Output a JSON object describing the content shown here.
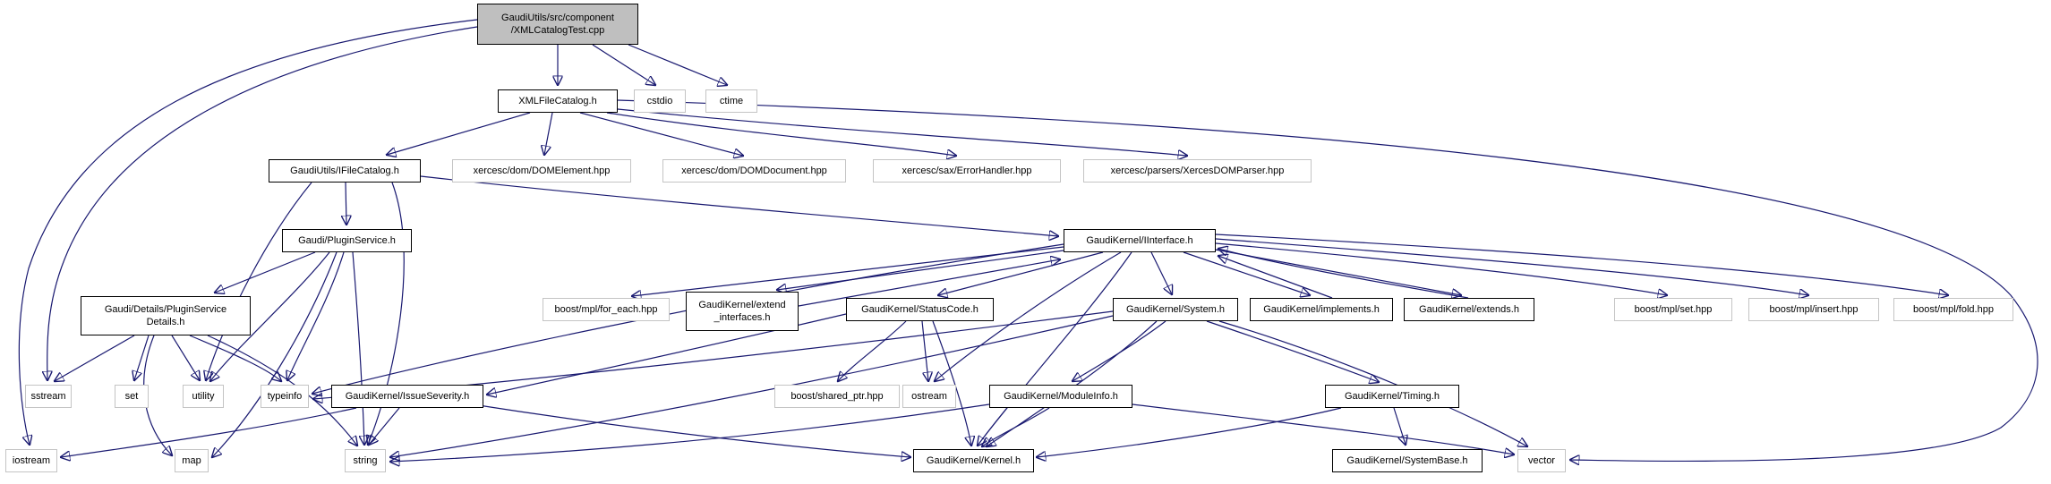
{
  "diagram": {
    "type": "doxygen-include-dependency-graph",
    "edge_color": "#191970",
    "root_fill": "#bfbfbf",
    "node_fill": "#ffffff",
    "project_node_border": "#000000",
    "external_node_border": "#c4c4c4"
  },
  "nodes": {
    "cpp": {
      "label": "GaudiUtils/src/component\n/XMLCatalogTest.cpp"
    },
    "xmlfc": {
      "label": "XMLFileCatalog.h"
    },
    "cstdio": {
      "label": "cstdio"
    },
    "ctime": {
      "label": "ctime"
    },
    "ifc": {
      "label": "GaudiUtils/IFileCatalog.h"
    },
    "dome": {
      "label": "xercesc/dom/DOMElement.hpp"
    },
    "domd": {
      "label": "xercesc/dom/DOMDocument.hpp"
    },
    "errh": {
      "label": "xercesc/sax/ErrorHandler.hpp"
    },
    "xdp": {
      "label": "xercesc/parsers/XercesDOMParser.hpp"
    },
    "ps": {
      "label": "Gaudi/PluginService.h"
    },
    "iint": {
      "label": "GaudiKernel/IInterface.h"
    },
    "psd": {
      "label": "Gaudi/Details/PluginService\nDetails.h"
    },
    "foreach": {
      "label": "boost/mpl/for_each.hpp"
    },
    "extint": {
      "label": "GaudiKernel/extend\n_interfaces.h"
    },
    "status": {
      "label": "GaudiKernel/StatusCode.h"
    },
    "system": {
      "label": "GaudiKernel/System.h"
    },
    "impl": {
      "label": "GaudiKernel/implements.h"
    },
    "ext": {
      "label": "GaudiKernel/extends.h"
    },
    "mplset": {
      "label": "boost/mpl/set.hpp"
    },
    "mplins": {
      "label": "boost/mpl/insert.hpp"
    },
    "mplfold": {
      "label": "boost/mpl/fold.hpp"
    },
    "sstream": {
      "label": "sstream"
    },
    "set": {
      "label": "set"
    },
    "utility": {
      "label": "utility"
    },
    "typeinfo": {
      "label": "typeinfo"
    },
    "issue": {
      "label": "GaudiKernel/IssueSeverity.h"
    },
    "sharedptr": {
      "label": "boost/shared_ptr.hpp"
    },
    "ostream": {
      "label": "ostream"
    },
    "modinfo": {
      "label": "GaudiKernel/ModuleInfo.h"
    },
    "timing": {
      "label": "GaudiKernel/Timing.h"
    },
    "iostream": {
      "label": "iostream"
    },
    "map": {
      "label": "map"
    },
    "string": {
      "label": "string"
    },
    "kernel": {
      "label": "GaudiKernel/Kernel.h"
    },
    "sysbase": {
      "label": "GaudiKernel/SystemBase.h"
    },
    "vector": {
      "label": "vector"
    }
  },
  "edges": [
    {
      "from": "cpp",
      "to": "xmlfc"
    },
    {
      "from": "cpp",
      "to": "cstdio"
    },
    {
      "from": "cpp",
      "to": "ctime"
    },
    {
      "from": "cpp",
      "to": "sstream"
    },
    {
      "from": "cpp",
      "to": "iostream"
    },
    {
      "from": "xmlfc",
      "to": "ifc"
    },
    {
      "from": "xmlfc",
      "to": "dome"
    },
    {
      "from": "xmlfc",
      "to": "domd"
    },
    {
      "from": "xmlfc",
      "to": "errh"
    },
    {
      "from": "xmlfc",
      "to": "xdp"
    },
    {
      "from": "xmlfc",
      "to": "vector"
    },
    {
      "from": "ifc",
      "to": "ps"
    },
    {
      "from": "ifc",
      "to": "iint"
    },
    {
      "from": "ifc",
      "to": "utility"
    },
    {
      "from": "ifc",
      "to": "string"
    },
    {
      "from": "ps",
      "to": "psd"
    },
    {
      "from": "ps",
      "to": "utility"
    },
    {
      "from": "ps",
      "to": "typeinfo"
    },
    {
      "from": "ps",
      "to": "string"
    },
    {
      "from": "ps",
      "to": "map"
    },
    {
      "from": "psd",
      "to": "sstream"
    },
    {
      "from": "psd",
      "to": "set"
    },
    {
      "from": "psd",
      "to": "utility"
    },
    {
      "from": "psd",
      "to": "typeinfo"
    },
    {
      "from": "psd",
      "to": "string"
    },
    {
      "from": "psd",
      "to": "map"
    },
    {
      "from": "iint",
      "to": "foreach"
    },
    {
      "from": "iint",
      "to": "extint"
    },
    {
      "from": "extint",
      "to": "iint"
    },
    {
      "from": "iint",
      "to": "status"
    },
    {
      "from": "iint",
      "to": "system"
    },
    {
      "from": "iint",
      "to": "impl"
    },
    {
      "from": "impl",
      "to": "iint"
    },
    {
      "from": "iint",
      "to": "ext"
    },
    {
      "from": "ext",
      "to": "iint"
    },
    {
      "from": "iint",
      "to": "mplset"
    },
    {
      "from": "iint",
      "to": "mplins"
    },
    {
      "from": "iint",
      "to": "mplfold"
    },
    {
      "from": "iint",
      "to": "ostream"
    },
    {
      "from": "iint",
      "to": "typeinfo"
    },
    {
      "from": "iint",
      "to": "kernel"
    },
    {
      "from": "status",
      "to": "sharedptr"
    },
    {
      "from": "status",
      "to": "ostream"
    },
    {
      "from": "status",
      "to": "issue"
    },
    {
      "from": "status",
      "to": "kernel"
    },
    {
      "from": "system",
      "to": "modinfo"
    },
    {
      "from": "system",
      "to": "timing"
    },
    {
      "from": "system",
      "to": "kernel"
    },
    {
      "from": "system",
      "to": "string"
    },
    {
      "from": "system",
      "to": "typeinfo"
    },
    {
      "from": "system",
      "to": "vector"
    },
    {
      "from": "modinfo",
      "to": "kernel"
    },
    {
      "from": "modinfo",
      "to": "string"
    },
    {
      "from": "modinfo",
      "to": "vector"
    },
    {
      "from": "timing",
      "to": "kernel"
    },
    {
      "from": "timing",
      "to": "sysbase"
    },
    {
      "from": "issue",
      "to": "string"
    },
    {
      "from": "issue",
      "to": "iostream"
    },
    {
      "from": "issue",
      "to": "kernel"
    }
  ]
}
